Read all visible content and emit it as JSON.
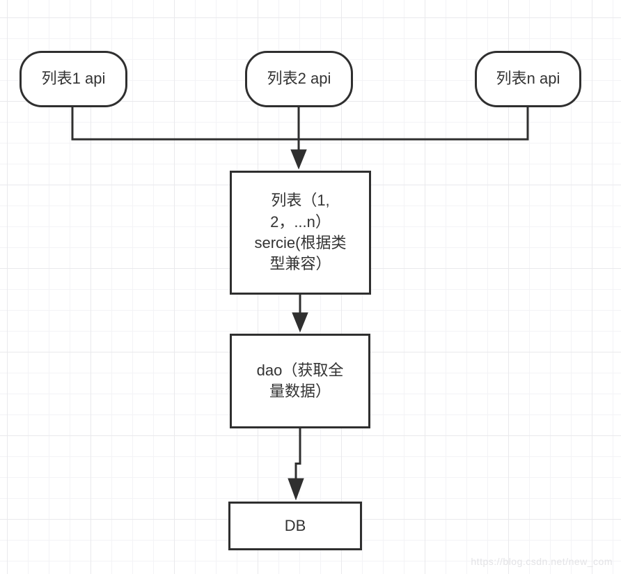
{
  "diagram": {
    "nodes": {
      "api1": {
        "label": "列表1 api",
        "shape": "rounded"
      },
      "api2": {
        "label": "列表2 api",
        "shape": "rounded"
      },
      "apin": {
        "label": "列表n api",
        "shape": "rounded"
      },
      "service": {
        "label": "列表（1,\n2，...n）\nsercie(根据类\n型兼容）",
        "shape": "rect"
      },
      "dao": {
        "label": "dao（获取全\n量数据）",
        "shape": "rect"
      },
      "db": {
        "label": "DB",
        "shape": "rect"
      }
    },
    "edges": [
      {
        "from": "列表1 api",
        "to": "列表 sercie",
        "style": "elbow-no-arrow"
      },
      {
        "from": "列表2 api",
        "to": "列表 sercie",
        "style": "straight-arrow"
      },
      {
        "from": "列表n api",
        "to": "列表 sercie",
        "style": "elbow-no-arrow"
      },
      {
        "from": "列表 sercie",
        "to": "dao",
        "style": "straight-arrow"
      },
      {
        "from": "dao",
        "to": "DB",
        "style": "jogged-arrow"
      }
    ],
    "colors": {
      "stroke": "#2f2f2f",
      "text": "#333333",
      "node_fill": "#ffffff",
      "background": "#ffffff",
      "grid_minor": "#f3f3f6",
      "grid_major": "#e9e9ec"
    }
  },
  "watermark": {
    "text": "https://blog.csdn.net/new_com"
  }
}
